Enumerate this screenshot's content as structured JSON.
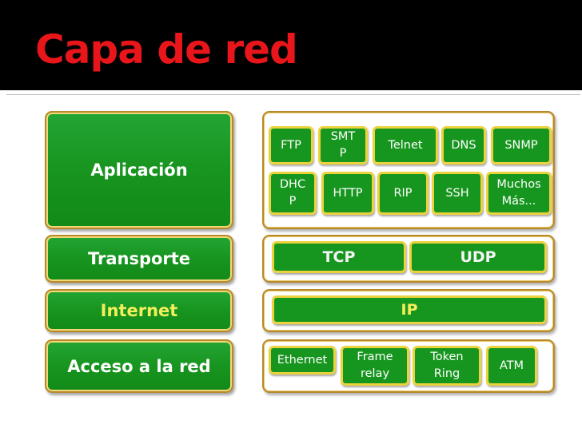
{
  "slide": {
    "title": "Capa de red"
  },
  "layers": [
    {
      "label": "Aplicación"
    },
    {
      "label": "Transporte"
    },
    {
      "label": "Internet"
    },
    {
      "label": "Acceso a la red"
    }
  ],
  "application_protocols": [
    "FTP",
    "SMT\nP",
    "Telnet",
    "DNS",
    "SNMP",
    "DHC\nP",
    "HTTP",
    "RIP",
    "SSH",
    "Muchos\nMás..."
  ],
  "transport_protocols": [
    "TCP",
    "UDP"
  ],
  "internet_protocols": [
    "IP"
  ],
  "network_access_protocols": [
    "Ethernet",
    "Frame\nrelay",
    "Token\nRing",
    "ATM"
  ],
  "colors": {
    "header_background": "#000000",
    "title": "#e8161a",
    "box_green": "#17961f",
    "box_border": "#ecd23c",
    "highlight_text": "#f3ef5c"
  }
}
